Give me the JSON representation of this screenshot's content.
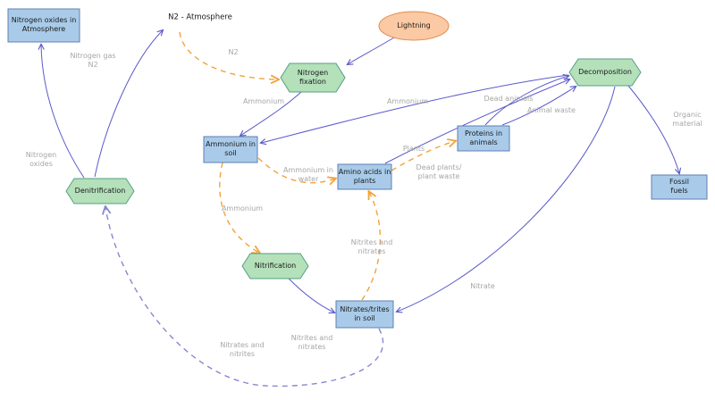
{
  "diagram": {
    "nodes": {
      "nitrogen_oxides_atmosphere": {
        "label": "Nitrogen oxides in\nAtmosphere"
      },
      "n2_atmosphere": {
        "label": "N2 - Atmosphere"
      },
      "lightning": {
        "label": "Lightning"
      },
      "nitrogen_fixation": {
        "label": "Nitrogen\nfixation"
      },
      "decomposition": {
        "label": "Decomposition"
      },
      "ammonium_in_soil": {
        "label": "Ammonium in\nsoil"
      },
      "proteins_in_animals": {
        "label": "Proteins in\nanimals"
      },
      "amino_acids_in_plants": {
        "label": "Amino acids in\nplants"
      },
      "fossil_fuels": {
        "label": "Fossil fuels"
      },
      "denitrification": {
        "label": "Denitrification"
      },
      "nitrification": {
        "label": "Nitrification"
      },
      "nitrates_in_soil": {
        "label": "Nitrates/trites\nin soil"
      }
    },
    "edge_labels": {
      "nitrogen_gas_n2": "Nitrogen gas\nN2",
      "n2": "N2",
      "ammonium_fixation": "Ammonium",
      "ammonium_decomposition": "Ammonium",
      "dead_animals": "Dead animals",
      "animal_waste": "Animal waste",
      "organic_material": "Organic\nmaterial",
      "plants": "Plants",
      "dead_plants": "Dead plants/\nplant waste",
      "ammonium_in_water": "Ammonium in\nwater",
      "nitrogen_oxides": "Nitrogen\noxides",
      "ammonium_nitrification": "Ammonium",
      "nitrites_and_nitrates_up": "Nitrites and\nnitrates",
      "nitrate": "Nitrate",
      "nitrites_and_nitrates_down": "Nitrites and\nnitrates",
      "nitrates_and_nitrites": "Nitrates and\nnitrites"
    },
    "colors": {
      "store_fill": "#a9cbe9",
      "store_border": "#5f7fb5",
      "process_fill": "#b4e0ba",
      "process_border": "#55a083",
      "event_fill": "#fbc9a3",
      "event_border": "#e08d4f",
      "solid_arrow": "#5a5acb",
      "dashed_orange_arrow": "#f2a23a",
      "dashed_purple_arrow": "#8787d2",
      "edge_label_text": "#a6a6a6"
    }
  }
}
